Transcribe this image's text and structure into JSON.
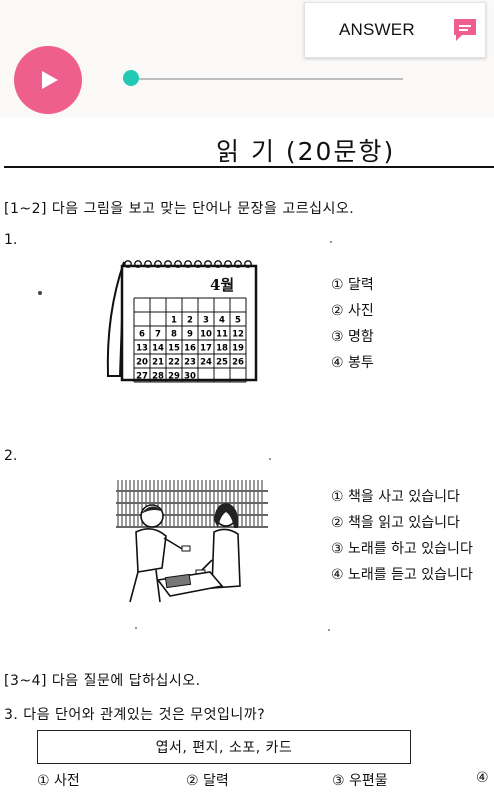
{
  "player": {
    "progress": 0.0,
    "accent_color": "#ee5f8e",
    "knob_color": "#22c9b3"
  },
  "answer": {
    "label": "ANSWER",
    "icon": "chat-bubble-icon",
    "icon_color": "#ee5f8e"
  },
  "exam": {
    "section_title": "읽  기 (20문항)",
    "instruction_1_2": "[1~2] 다음 그림을 보고 맞는 단어나 문장을 고르십시오.",
    "q1": {
      "number": "1.",
      "calendar_month": "4월",
      "calendar_days": [
        "1",
        "2",
        "3",
        "4",
        "5",
        "6",
        "7",
        "8",
        "9",
        "10",
        "11",
        "12",
        "13",
        "14",
        "15",
        "16",
        "17",
        "18",
        "19",
        "20",
        "21",
        "22",
        "23",
        "24",
        "25",
        "26",
        "27",
        "28",
        "29",
        "30"
      ],
      "options": [
        "① 달력",
        "② 사진",
        "③ 명함",
        "④ 봉투"
      ]
    },
    "q2": {
      "number": "2.",
      "options": [
        "① 책을 사고 있습니다",
        "② 책을 읽고 있습니다",
        "③ 노래를 하고 있습니다",
        "④ 노래를 듣고 있습니다"
      ]
    },
    "instruction_3_4": "[3~4] 다음 질문에 답하십시오.",
    "q3": {
      "text": "3. 다음 단어와 관계있는 것은 무엇입니까?",
      "box": "엽서, 편지, 소포, 카드",
      "options": [
        "① 사전",
        "② 달력",
        "③ 우편물",
        "④"
      ]
    }
  }
}
